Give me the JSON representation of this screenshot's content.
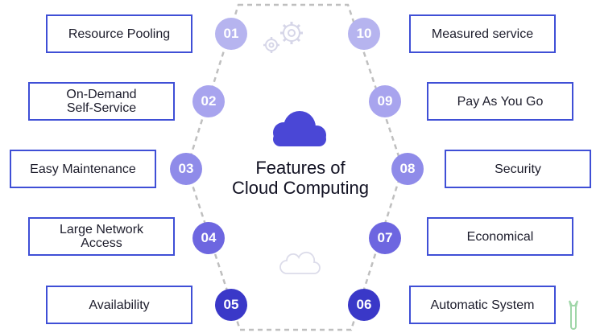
{
  "title": "Features of\nCloud Computing",
  "colors": {
    "border": "#3f4fd6",
    "badge_scale": [
      "#b6b4ef",
      "#a8a4ee",
      "#8f8be9",
      "#6d66e0",
      "#3a38c8"
    ],
    "dash": "#bfbfbf",
    "cloud": "#4a47d6",
    "gear": "#d6d6e8"
  },
  "features": [
    {
      "num": "01",
      "label": "Resource Pooling"
    },
    {
      "num": "02",
      "label": "On-Demand\nSelf-Service"
    },
    {
      "num": "03",
      "label": "Easy Maintenance"
    },
    {
      "num": "04",
      "label": "Large Network\nAccess"
    },
    {
      "num": "05",
      "label": "Availability"
    },
    {
      "num": "06",
      "label": "Automatic System"
    },
    {
      "num": "07",
      "label": "Economical"
    },
    {
      "num": "08",
      "label": "Security"
    },
    {
      "num": "09",
      "label": "Pay As You Go"
    },
    {
      "num": "10",
      "label": "Measured service"
    }
  ],
  "icons": {
    "center": "cloud-icon",
    "top": "gears-icon",
    "lower": "cloud-outline-icon",
    "corner": "wrench-icon"
  }
}
